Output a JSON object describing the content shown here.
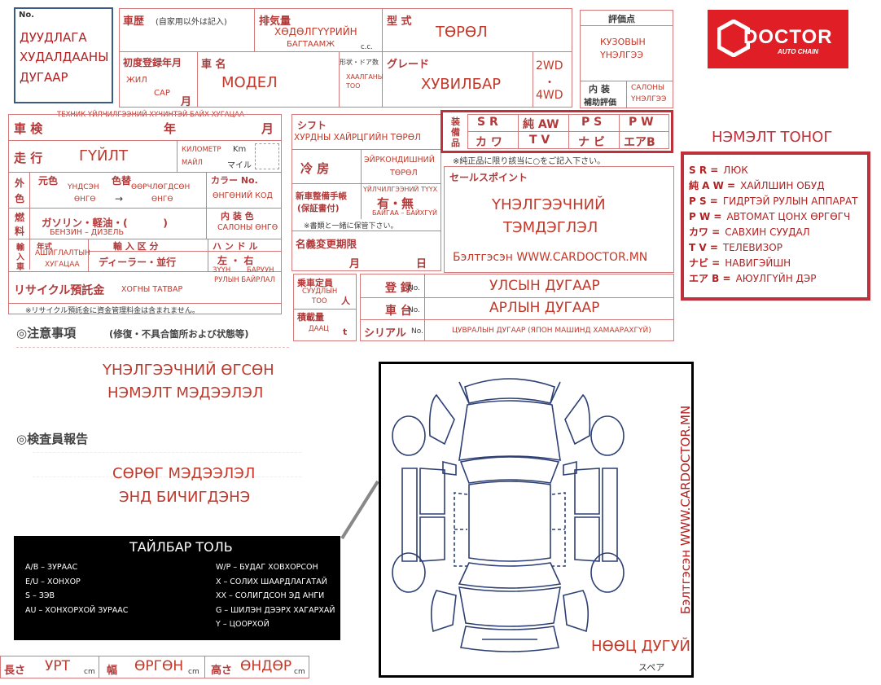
{
  "number_box": {
    "no": "No.",
    "text": [
      "ДУУДЛАГА",
      "ХУДАЛДААНЫ",
      "ДУГААР"
    ]
  },
  "header": {
    "history_label": "車歴",
    "history_note": "(自家用以外は記入)",
    "exhaust_label": "排気量",
    "exhaust_mn": "ХӨДӨЛГҮҮРИЙН",
    "exhaust_mn2": "БАГТААМЖ",
    "exhaust_unit": "c.c.",
    "model_label": "型 式",
    "model_mn": "ТӨРӨЛ",
    "first_reg_label": "初度登録年月",
    "year_mn": "ЖИЛ",
    "month_mn": "САР",
    "month_jp": "月",
    "car_name_label": "車 名",
    "car_name_mn": "МОДЕЛ",
    "doors_jp": "形状・ドア数",
    "doors_mn": "ХААЛГАНЫ ТОО",
    "grade_label": "グレード",
    "grade_mn": "ХУВИЛБАР",
    "drive_2wd": "2WD",
    "drive_dot": "・",
    "drive_4wd": "4WD"
  },
  "rating": {
    "label": "評価点",
    "body_mn": [
      "КУЗОВЫН",
      "ҮНЭЛГЭЭ"
    ],
    "interior_jp": [
      "内 装",
      "補助評価"
    ],
    "interior_mn": [
      "САЛОНЫ",
      "ҮНЭЛГЭЭ"
    ]
  },
  "logo": {
    "name": "DOCTOR",
    "sub": "AUTO CHAIN"
  },
  "inspection": {
    "tech_note": "ТЕХНИК ҮЙЛЧИЛГЭЭНИЙ ХҮЧИНТЭЙ БАЙХ ХУГАЦАА",
    "label": "車 検",
    "year": "年",
    "month": "月"
  },
  "mileage": {
    "label": "走 行",
    "mn": "ГҮЙЛТ",
    "km_mn": "КИЛОМЕТР",
    "km": "Km",
    "mile_mn": "МАЙЛ",
    "mile": "マイル"
  },
  "color": {
    "side": [
      "外",
      "色"
    ],
    "orig_jp": "元色",
    "orig_mn": [
      "ҮНДСЭН",
      "ӨНГӨ"
    ],
    "change_jp": "色替",
    "change_mn": [
      "ӨӨРЧЛӨГДСӨН",
      "ӨНГӨ"
    ],
    "arrow": "→",
    "code_jp": "カラー No.",
    "code_mn": "ӨНГӨНИЙ КОД"
  },
  "fuel": {
    "side": [
      "燃",
      "料"
    ],
    "jp": "ガソリン・軽油・(          )",
    "mn": "БЕНЗИН – ДИЗЕЛЬ",
    "interior_jp": "内 装 色",
    "interior_mn": "САЛОНЫ ӨНГӨ"
  },
  "import": {
    "side": [
      "輸",
      "入",
      "車"
    ],
    "year_jp": "年式",
    "year_mn": [
      "АШИГЛАЛТЫН",
      "ХУГАЦАА"
    ],
    "class_jp": "輸 入 区 分",
    "dealer_jp": "ディーラー・並行",
    "handle_jp": "ハ ン ド ル",
    "handle_lr": "左 ・ 右",
    "handle_mn": [
      "ЗҮҮН",
      "БАРУУН"
    ],
    "handle_mn2": "РУЛЫН БАЙРЛАЛ"
  },
  "recycle": {
    "label": "リサイクル預託金",
    "mn": "ХОГНЫ ТАТВАР",
    "note": "※リサイクル預託金に資金管理料金は含まれません。"
  },
  "shift": {
    "label": "シフト",
    "mn": "ХУРДНЫ ХАЙРЦГИЙН ТӨРӨЛ",
    "ac_jp": "冷 房",
    "ac_mn": [
      "ЭЙРКОНДИШНИЙ",
      "ТӨРӨЛ"
    ]
  },
  "warranty": {
    "label": [
      "新車整備手帳",
      "(保証書付)"
    ],
    "mn": "ҮЙЛЧИЛГЭЭНИЙ ТҮҮХ",
    "value": "有・無",
    "mn2": "БАЙГАА – БАЙХГҮЙ",
    "note": "※書類と一緒に保管下さい。"
  },
  "name_change": {
    "label": "名義変更期限",
    "month": "月",
    "day": "日"
  },
  "equipment": {
    "side": [
      "装",
      "備",
      "品"
    ],
    "row1": [
      "S R",
      "純 AW",
      "P S",
      "P W"
    ],
    "row2": [
      "カ ワ",
      "T V",
      "ナ ビ",
      "エアB"
    ],
    "note": "※純正品に限り該当に○をご記入下さい。"
  },
  "sales_point": {
    "label": "セールスポイント",
    "mn": [
      "ҮНЭЛГЭЭЧНИЙ",
      "ТЭМДЭГЛЭЛ"
    ],
    "site": "Бэлтгэсэн WWW.CARDOCTOR.MN"
  },
  "plates": {
    "capacity_jp": "乗車定員",
    "capacity_mn": [
      "СУУДЛЫН",
      "ТОО"
    ],
    "capacity_unit": "人",
    "load_jp": "積載量",
    "load_mn": "ДААЦ",
    "load_unit": "t",
    "reg_jp": "登 録",
    "reg_no": "No.",
    "reg_mn": "УЛСЫН ДУГААР",
    "chassis_jp": "車 台",
    "chassis_no": "No.",
    "chassis_mn": "АРЛЫН ДУГААР",
    "serial_jp": "シリアル",
    "serial_no": "No.",
    "serial_mn": "ЦУВРАЛЫН ДУГААР (ЯПОН МАШИНД ХАМААРАХГҮЙ)"
  },
  "notes": {
    "title": "◎注意事項",
    "sub": "(修復・不具合箇所および状態等)",
    "mn": [
      "ҮНЭЛГЭЭЧНИЙ ӨГСӨН",
      "НЭМЭЛТ МЭДЭЭЛЭЛ"
    ]
  },
  "inspector": {
    "title": "◎検査員報告",
    "mn": [
      "СӨРӨГ МЭДЭЭЛЭЛ",
      "ЭНД БИЧИГДЭНЭ"
    ]
  },
  "extras": {
    "title": "НЭМЭЛТ ТОНОГ",
    "items": [
      {
        "code": "S R =",
        "text": "ЛЮК"
      },
      {
        "code": "純 A W =",
        "text": "ХАЙЛШИН ОБУД"
      },
      {
        "code": "P S =",
        "text": "ГИДРТЭЙ РУЛЫН АППАРАТ"
      },
      {
        "code": "P W =",
        "text": "АВТОМАТ ЦОНХ ӨРГӨГЧ"
      },
      {
        "code": "カワ =",
        "text": "САВХИН СУУДАЛ"
      },
      {
        "code": "T V =",
        "text": "ТЕЛЕВИЗОР"
      },
      {
        "code": "ナビ =",
        "text": "НАВИГЭЙШН"
      },
      {
        "code": "エア B =",
        "text": "АЮУЛГҮЙН ДЭР"
      }
    ]
  },
  "glossary": {
    "title": "ТАЙЛБАР ТОЛЬ",
    "left": [
      "A/B – ЗУРААС",
      "E/U – ХОНХОР",
      "S – ЗЭВ",
      "AU – ХОНХОРХОЙ ЗУРААС"
    ],
    "right": [
      "W/P – БУДАГ ХОВХОРСОН",
      "X – СОЛИХ ШААРДЛАГАТАЙ",
      "XX – СОЛИГДСОН ЭД АНГИ",
      "G – ШИЛЭН ДЭЭРХ ХАГАРХАЙ",
      "Y – ЦООРХОЙ"
    ]
  },
  "diagram": {
    "site_vertical": "Бэлтгэсэн WWW.CARDOCTOR.MN",
    "spare_mn": "НӨӨЦ ДУГУЙ",
    "spare_jp": "スペア"
  },
  "dimensions": {
    "length_jp": "長さ",
    "length_mn": "УРТ",
    "length_unit": "cm",
    "width_jp": "幅",
    "width_mn": "ӨРГӨН",
    "width_unit": "cm",
    "height_jp": "高さ",
    "height_mn": "ӨНДӨР",
    "height_unit": "cm"
  },
  "colors": {
    "line": "#d47a7a",
    "text_red": "#c0392b",
    "legend_border": "#c0303a",
    "logo_bg": "#e01e26",
    "glossary_bg": "#000000"
  }
}
